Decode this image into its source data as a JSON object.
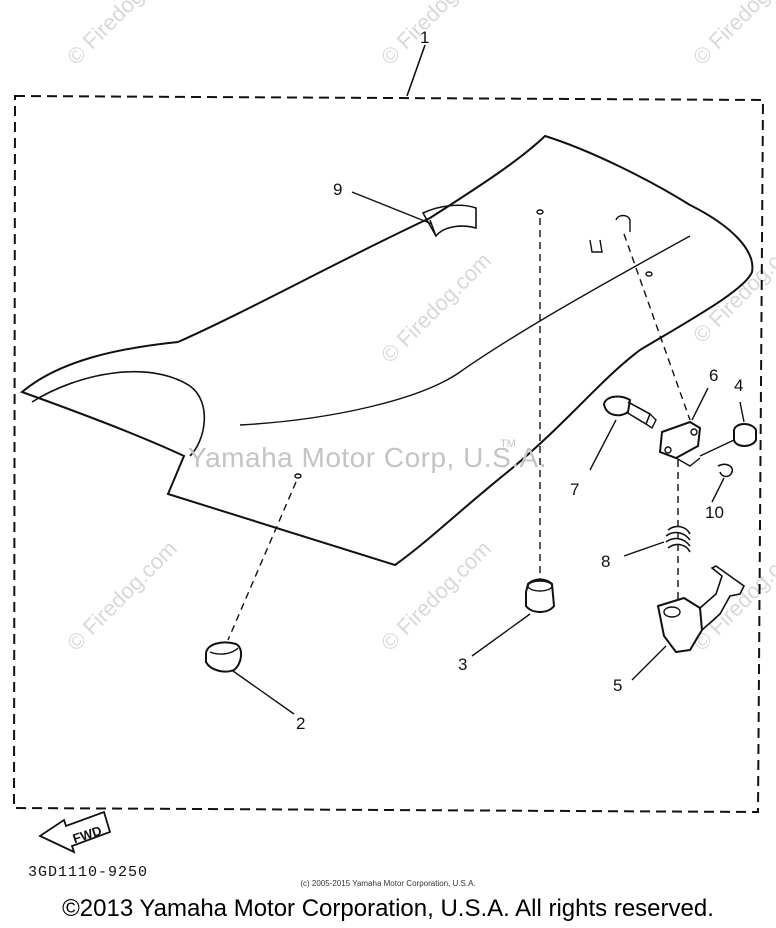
{
  "watermarks": {
    "firedog": "© Firedog.com",
    "center": "Yamaha Motor Corp, U.S.A.",
    "tm": "TM"
  },
  "callouts": [
    "1",
    "2",
    "3",
    "4",
    "5",
    "6",
    "7",
    "8",
    "9",
    "10"
  ],
  "fwd_label": "FWD",
  "part_code": "3GD1110-9250",
  "small_copyright": "(c) 2005-2015 Yamaha Motor Corporation, U.S.A.",
  "copyright": "©2013 Yamaha Motor Corporation, U.S.A. All rights reserved."
}
